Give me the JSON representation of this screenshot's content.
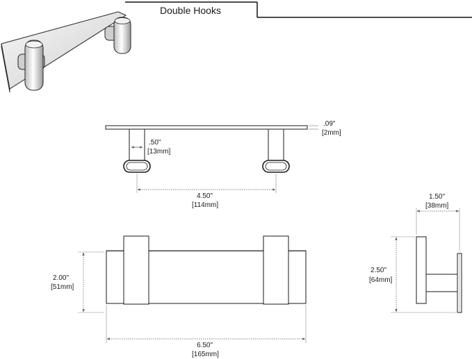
{
  "title": "Double Hooks",
  "dimensions": {
    "thickness": {
      "inch": ".09\"",
      "mm": "[2mm]"
    },
    "hook_width": {
      "inch": ".50\"",
      "mm": "[13mm]"
    },
    "hook_spacing": {
      "inch": "4.50\"",
      "mm": "[114mm]"
    },
    "plate_height": {
      "inch": "2.00\"",
      "mm": "[51mm]"
    },
    "plate_length": {
      "inch": "6.50\"",
      "mm": "[165mm]"
    },
    "projection": {
      "inch": "1.50\"",
      "mm": "[38mm]"
    },
    "side_height": {
      "inch": "2.50\"",
      "mm": "[64mm]"
    }
  },
  "colors": {
    "line": "#1a1a1a",
    "dim_line": "#555555",
    "shade": "#e6e6e6"
  }
}
